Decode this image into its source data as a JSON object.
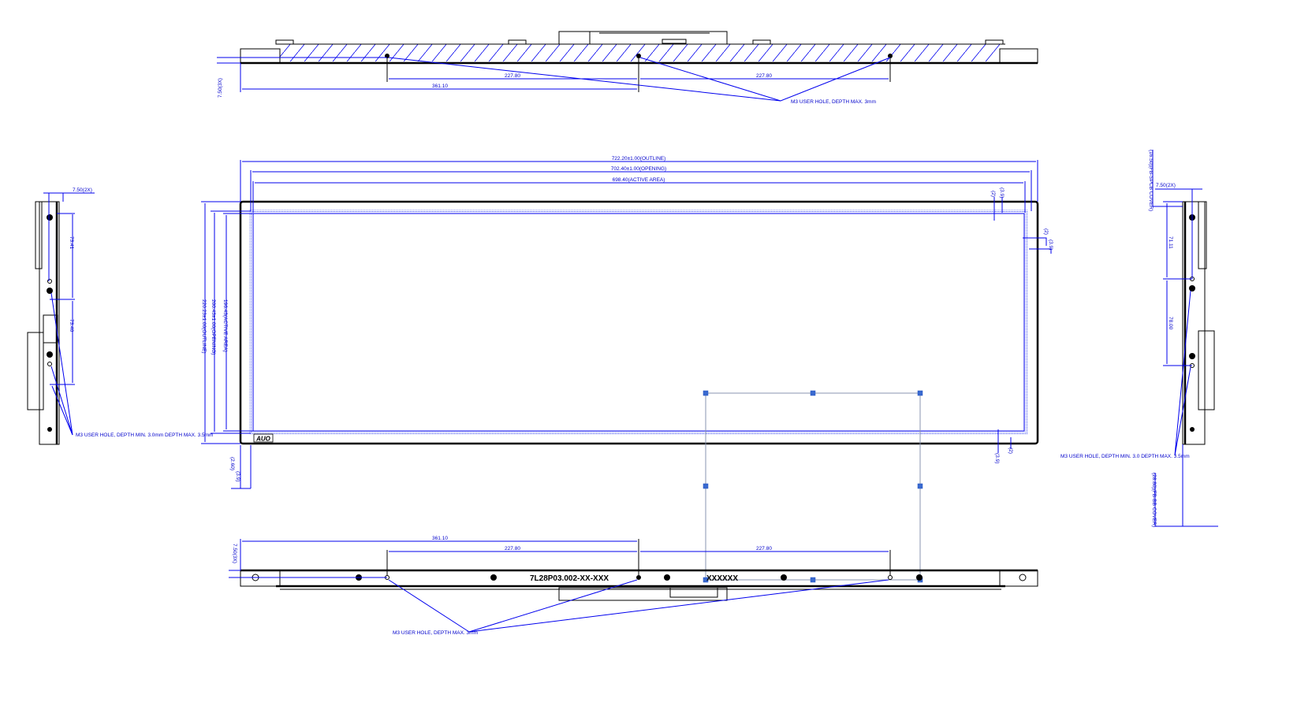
{
  "top_view": {
    "dim_pitch_left": "227.80",
    "dim_pitch_right": "227.80",
    "dim_offset": "361.10",
    "dim_thickness": "7.50(3X)",
    "note": "M3 USER HOLE, DEPTH MAX. 3mm"
  },
  "front_view": {
    "dim_outline_w": "722.20±1.00(OUTLINE)",
    "dim_opening_w": "702.40±1.00(OPENING)",
    "dim_active_w": "698.40(ACTIVE AREA)",
    "dim_outline_h": "220.23±1.00(OUTLINE)",
    "dim_opening_h": "200.43±1.00(OPENING)",
    "dim_active_h": "196.43(ACTIVE AREA)",
    "gap_top_a": "(2)",
    "gap_top_b": "(3.9)",
    "gap_right_a": "(2)",
    "gap_right_b": "(3.9)",
    "gap_bottom_a": "(3.9)",
    "gap_bottom_b": "(2)",
    "gap_left_a": "(2.60)",
    "gap_left_b": "(3.9)",
    "logo": "AUO"
  },
  "bottom_view": {
    "dim_offset": "361.10",
    "dim_pitch_left": "227.80",
    "dim_pitch_right": "227.80",
    "dim_thickness": "7.50(3X)",
    "part_number": "7L28P03.002-XX-XXX",
    "serial": "XXXXXX",
    "note": "M3 USER HOLE, DEPTH MAX. 3mm"
  },
  "left_view": {
    "dim_width": "7.50(2X)",
    "dim_pitch_1": "73.41",
    "dim_pitch_2": "73.40",
    "note": "M3 USER HOLE, DEPTH MIN. 3.0mm DEPTH MAX. 3.5mm"
  },
  "right_view": {
    "dim_width": "7.50(2X)",
    "dim_pitch_1": "71.11",
    "dim_pitch_2": "78.00",
    "dim_spcb": "(16.50)(FB-SPCB COVER)",
    "dim_bb": "(28.80)(FB-BB COVER)",
    "note": "M3 USER HOLE, DEPTH MIN. 3.0 DEPTH MAX. 3.5mm"
  }
}
